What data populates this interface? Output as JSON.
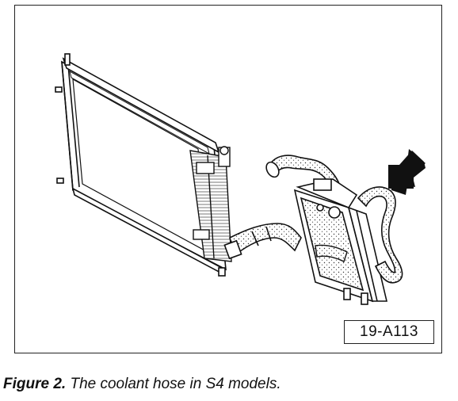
{
  "diagram": {
    "part_number": "19-A113"
  },
  "caption": {
    "label": "Figure 2.",
    "text": " The coolant hose in S4 models."
  }
}
